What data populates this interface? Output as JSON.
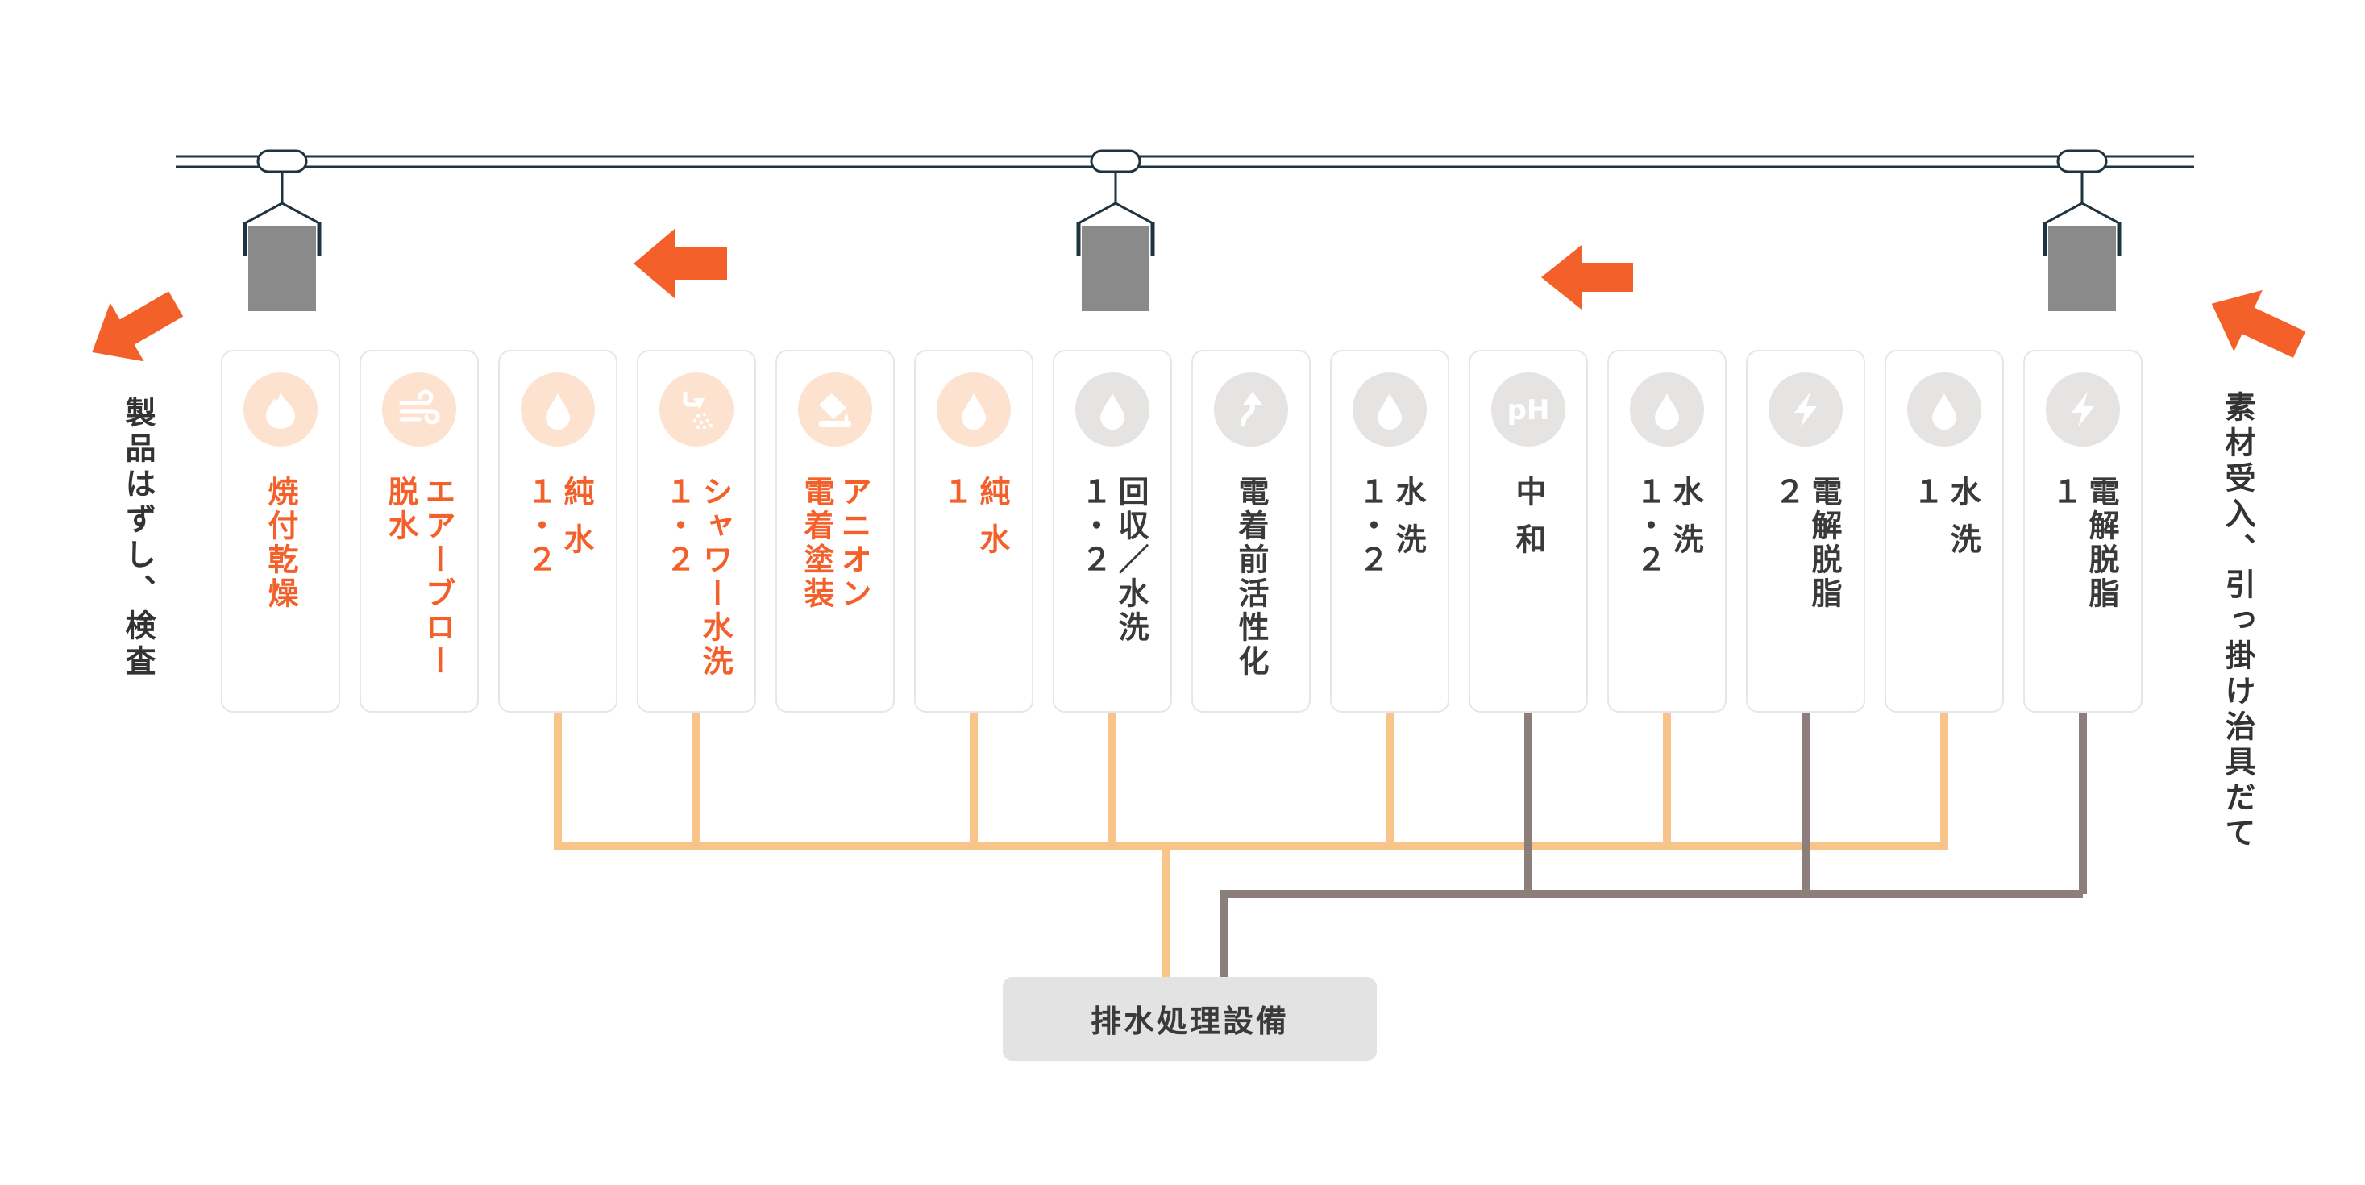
{
  "colors": {
    "accent_orange": "#f4602a",
    "pipe_light": "#f9c48a",
    "pipe_dark": "#8c7f7b",
    "icon_bg_light": "#fde3cf",
    "icon_bg_grey": "#e6e3e3",
    "text_orange": "#f4602a",
    "text_dark": "#3a3a3a",
    "hanger_grey": "#8a8a8a",
    "hanger_frame": "#1f3340",
    "box_bg": "#e3e3e3"
  },
  "side_labels": {
    "exit": "製品はずし、検査",
    "entry": "素材受入、引っ掛け治具だて"
  },
  "treatment": {
    "label": "排水処理設備"
  },
  "stations": [
    {
      "id": "yakitsuke",
      "lines": [
        "焼付乾燥"
      ],
      "tone": "orange",
      "icon": "flame-icon",
      "pipe": "none"
    },
    {
      "id": "air-blow",
      "lines": [
        "エアーブロー",
        "脱水"
      ],
      "tone": "orange",
      "icon": "wind-icon",
      "pipe": "none"
    },
    {
      "id": "junsui-12",
      "lines": [
        "純 水",
        "１・２"
      ],
      "tone": "orange",
      "icon": "drop-icon",
      "pipe": "light"
    },
    {
      "id": "shower",
      "lines": [
        "シャワー水洗",
        "１・２"
      ],
      "tone": "orange",
      "icon": "shower-icon",
      "pipe": "light"
    },
    {
      "id": "anion",
      "lines": [
        "アニオン",
        "電着塗装"
      ],
      "tone": "orange",
      "icon": "paint-bucket-icon",
      "pipe": "none"
    },
    {
      "id": "junsui-1",
      "lines": [
        "純 水",
        "１"
      ],
      "tone": "orange",
      "icon": "drop-icon",
      "pipe": "light"
    },
    {
      "id": "kaishu",
      "lines": [
        "回収／水洗",
        "１・２"
      ],
      "tone": "dark",
      "icon": "drop-icon",
      "pipe": "light"
    },
    {
      "id": "zenkasseika",
      "lines": [
        "電着前活性化"
      ],
      "tone": "dark",
      "icon": "arrow-up-icon",
      "pipe": "none"
    },
    {
      "id": "suisen-12a",
      "lines": [
        "水 洗",
        "１・２"
      ],
      "tone": "dark",
      "icon": "drop-icon",
      "pipe": "light"
    },
    {
      "id": "chuwa",
      "lines": [
        "中 和"
      ],
      "tone": "dark",
      "icon": "ph-icon",
      "pipe": "dark"
    },
    {
      "id": "suisen-12b",
      "lines": [
        "水 洗",
        "１・２"
      ],
      "tone": "dark",
      "icon": "drop-icon",
      "pipe": "light"
    },
    {
      "id": "dakkai-2",
      "lines": [
        "電解脱脂",
        "２"
      ],
      "tone": "dark",
      "icon": "lightning-icon",
      "pipe": "dark"
    },
    {
      "id": "suisen-1",
      "lines": [
        "水 洗",
        "１"
      ],
      "tone": "dark",
      "icon": "drop-icon",
      "pipe": "light"
    },
    {
      "id": "dakkai-1",
      "lines": [
        "電解脱脂",
        "１"
      ],
      "tone": "dark",
      "icon": "lightning-icon",
      "pipe": "dark"
    }
  ]
}
